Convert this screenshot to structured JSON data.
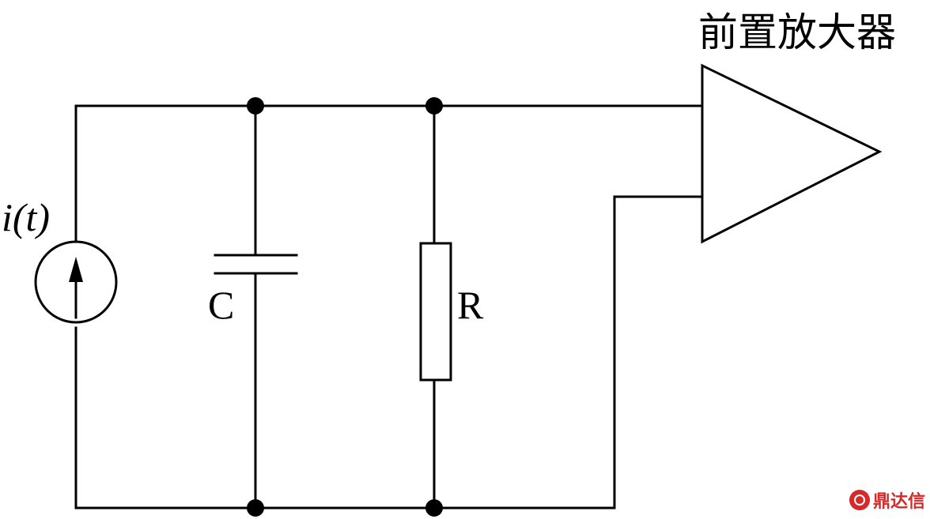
{
  "title": "前置放大器",
  "labels": {
    "current_source": "i(t)",
    "capacitor": "C",
    "resistor": "R"
  },
  "watermark": {
    "text": "鼎达信"
  },
  "colors": {
    "line": "#000000",
    "watermark": "#d42a2a"
  }
}
